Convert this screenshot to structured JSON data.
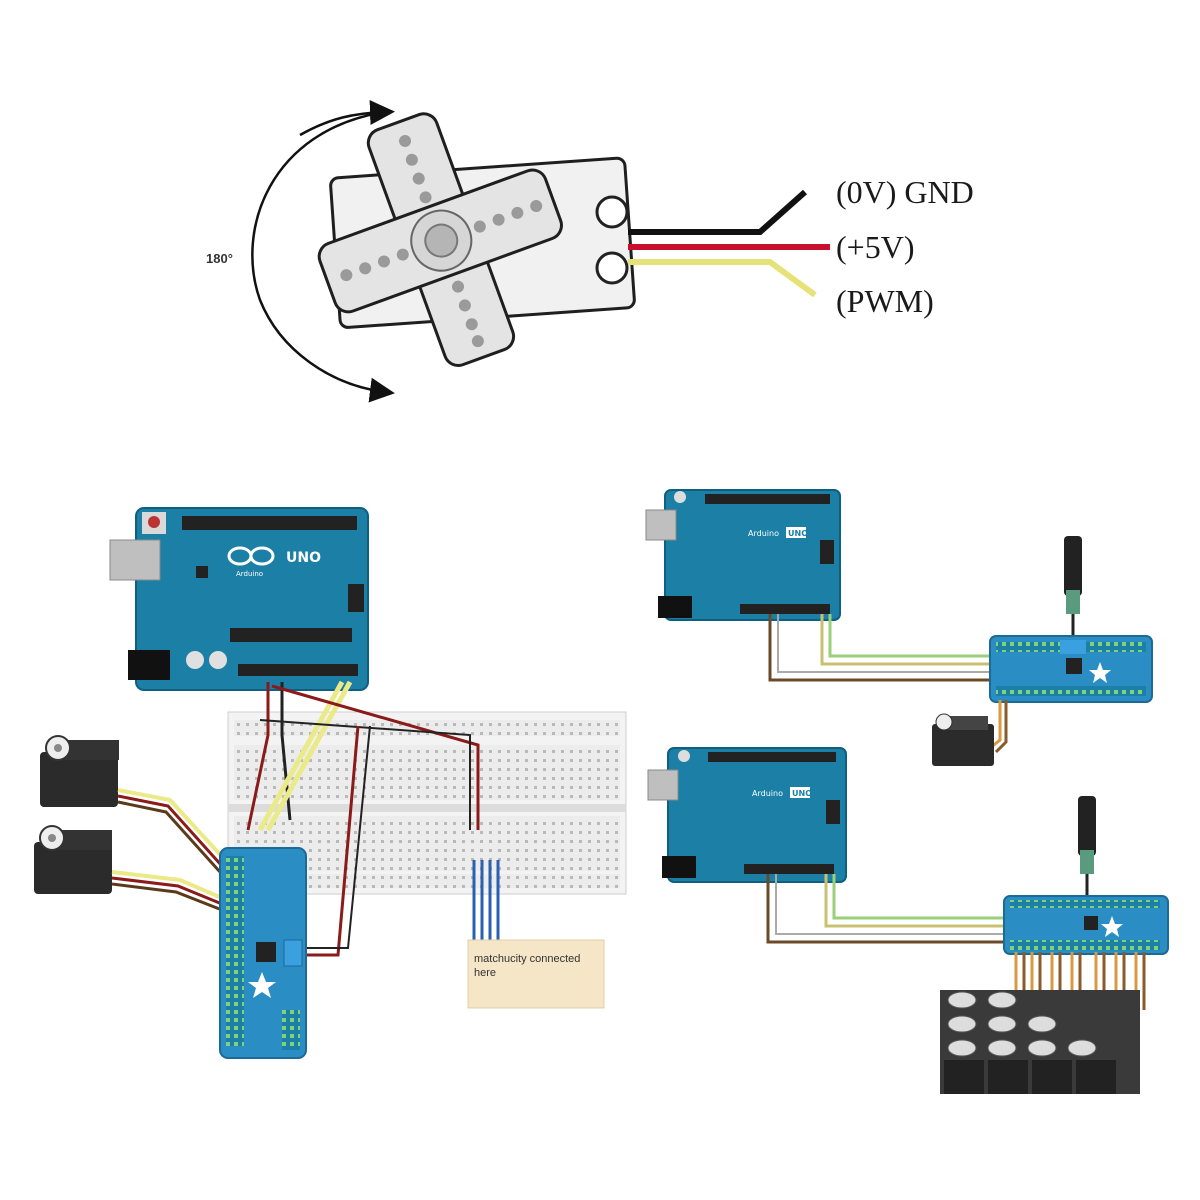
{
  "servo_diagram": {
    "rotation_label": "180°",
    "wires": [
      {
        "label": "(0V) GND",
        "color": "#111111"
      },
      {
        "label": "(+5V)",
        "color": "#c8102e"
      },
      {
        "label": "(PWM)",
        "color": "#e6e27a"
      }
    ]
  },
  "boards": {
    "uno_logo_text": "UNO",
    "uno_brand_text": "Arduino",
    "small_board_label": "Arduino",
    "small_board_badge": "UNO"
  },
  "note": {
    "text_line1": "matchucity connected",
    "text_line2": "here"
  },
  "colors": {
    "arduino_blue": "#1b7fa6",
    "arduino_dark": "#0f5f80",
    "driver_blue": "#2a8ec4",
    "breadboard": "#e9e9e9",
    "servo_body": "#2b2b2b",
    "note_bg": "#f6e6c8"
  }
}
